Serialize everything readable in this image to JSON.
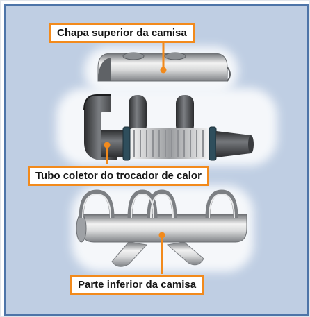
{
  "labels": {
    "top": "Chapa superior da camisa",
    "middle": "Tubo coletor do trocador de calor",
    "bottom": "Parte inferior da camisa"
  },
  "colors": {
    "panel_background": "#bfcee3",
    "panel_border": "#4d74a8",
    "label_border": "#f28a1c",
    "leader_line": "#f28a1c"
  }
}
